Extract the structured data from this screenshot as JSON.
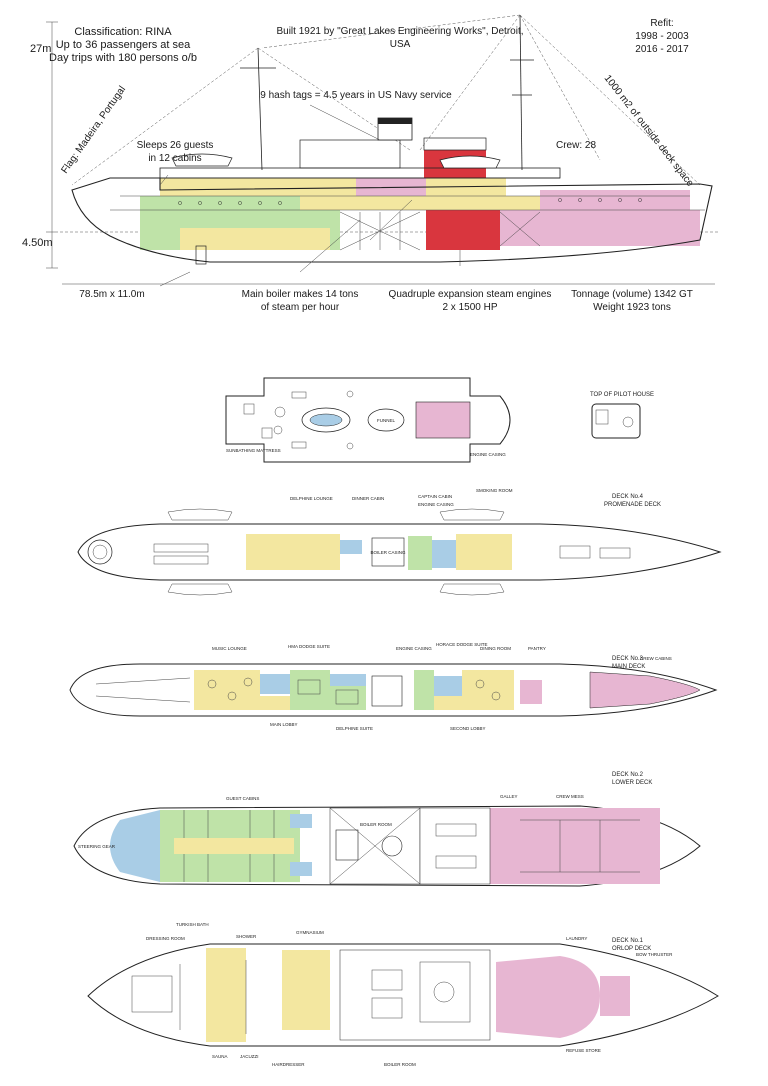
{
  "colors": {
    "guest_yellow": "#f3e7a0",
    "guest_green": "#bfe3a8",
    "bath_blue": "#a9cde6",
    "crew_pink": "#e7b6d2",
    "engine_red": "#d9363e",
    "hull_line": "#222222"
  },
  "profile": {
    "classification": "Classification: RINA",
    "passengers_line1": "Up to 36 passengers at sea",
    "passengers_line2": "Day trips with 180 persons o/b",
    "built_line1": "Built 1921 by \"Great Lakes Engineering Works\", Detroit,",
    "built_line2": "USA",
    "refit_label": "Refit:",
    "refit_1": "1998 - 2003",
    "refit_2": "2016 - 2017",
    "height": "27m",
    "draft": "4.50m",
    "flag": "Flag: Madeira, Portugal",
    "hash_tags": "9 hash tags = 4.5 years in US Navy service",
    "deck_space": "1000 m2 of outside deck space",
    "sleeps_line1": "Sleeps 26 guests",
    "sleeps_line2": "in 12 cabins",
    "crew": "Crew: 28",
    "dimensions": "78.5m  x  11.0m",
    "boiler_line1": "Main boiler makes 14 tons",
    "boiler_line2": "of steam per hour",
    "engines_line1": "Quadruple expansion steam engines",
    "engines_line2": "2 x 1500 HP",
    "tonnage_line1": "Tonnage (volume) 1342 GT",
    "tonnage_line2": "Weight 1923 tons"
  },
  "plans": {
    "top_deck": {
      "funnel": "FUNNEL",
      "engine_casing": "ENGINE CASING",
      "sunbathing": "SUNBATHING MATTRESS",
      "pilot_house": "TOP OF PILOT HOUSE"
    },
    "deck4": {
      "title1": "DECK No.4",
      "title2": "PROMENADE DECK",
      "delphine_lounge": "DELPHINE LOUNGE",
      "dinner_cabin": "DINNER CABIN",
      "captain_cabin": "CAPTAIN CABIN",
      "engine_casing": "ENGINE CASING",
      "smoking_room": "SMOKING ROOM",
      "boiler_casing": "BOILER CASING"
    },
    "deck3": {
      "title1": "DECK No.3",
      "title2": "MAIN DECK",
      "music_lounge": "MUSIC LOUNGE",
      "hma_dodge": "HMA DODGE SUITE",
      "engine_casing": "ENGINE CASING",
      "horace_dodge": "HORACE DODGE SUITE",
      "dining_room": "DINING ROOM",
      "pantry": "PANTRY",
      "crew_cabins": "CREW CABINS",
      "main_lobby": "MAIN LOBBY",
      "delphine_suite": "DELPHINE SUITE",
      "second_lobby": "SECOND LOBBY"
    },
    "deck2": {
      "title1": "DECK No.2",
      "title2": "LOWER DECK",
      "guest_cabins": "GUEST CABINS",
      "boiler_room": "BOILER ROOM",
      "galley": "GALLEY",
      "crew_mess": "CREW MESS",
      "steering": "STEERING GEAR"
    },
    "deck1": {
      "title1": "DECK No.1",
      "title2": "ORLOP DECK",
      "turkish_bath": "TURKISH BATH",
      "dressing_room": "DRESSING ROOM",
      "shower": "SHOWER",
      "gymnasium": "GYMNASIUM",
      "sauna": "SAUNA",
      "jacuzzi": "JACUZZI",
      "hairdresser": "HAIRDRESSER",
      "boiler_room": "BOILER ROOM",
      "laundry": "LAUNDRY",
      "bow_thruster": "BOW THRUSTER",
      "refuse_store": "REFUSE STORE"
    }
  }
}
